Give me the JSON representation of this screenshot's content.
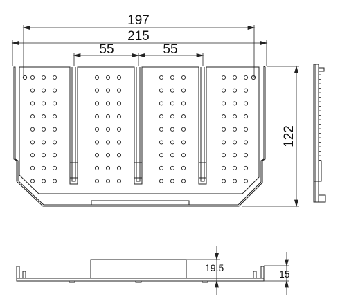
{
  "drawing": {
    "dimensions": {
      "inner_width": "197",
      "outer_width": "215",
      "gap_left": "55",
      "gap_right": "55",
      "height": "122",
      "side_height": "19.5",
      "side_base": "15"
    },
    "front_view": {
      "rows_of_holes": 9,
      "compartments": 4,
      "columns_per_compartment": 3
    }
  }
}
